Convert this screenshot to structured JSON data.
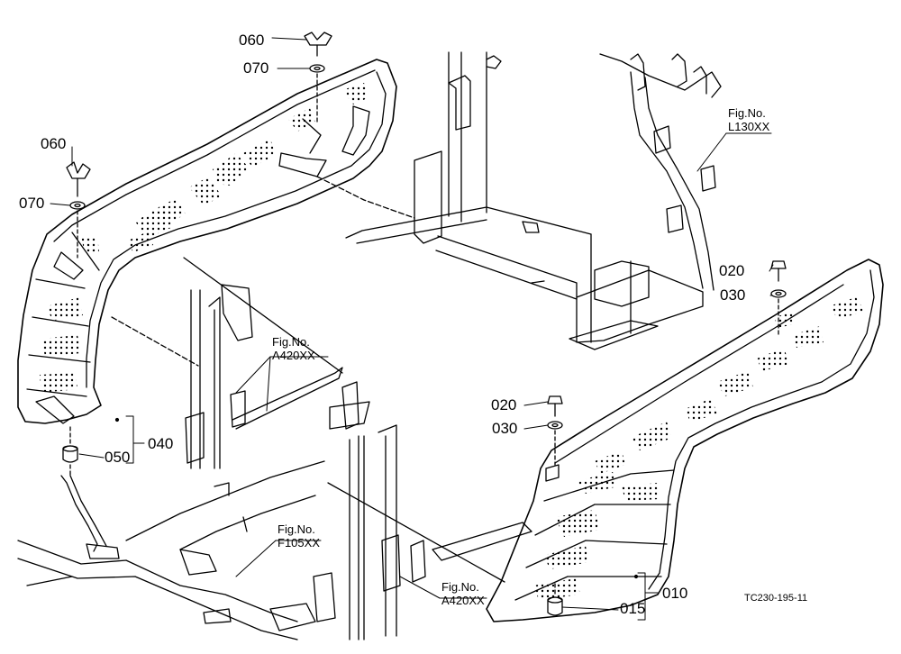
{
  "drawing": {
    "code": "TC230-195-11",
    "callouts": {
      "p060a": "060",
      "p070a": "070",
      "p060b": "060",
      "p070b": "070",
      "p020a": "020",
      "p030a": "030",
      "p020b": "020",
      "p030b": "030",
      "p040": "040",
      "p050": "050",
      "p010": "010",
      "p015": "015"
    },
    "figure_refs": {
      "l130": {
        "line1": "Fig.No.",
        "line2": "L130XX"
      },
      "a420_upper": {
        "line1": "Fig.No.",
        "line2": "A420XX"
      },
      "f105": {
        "line1": "Fig.No.",
        "line2": "F105XX"
      },
      "a420_lower": {
        "line1": "Fig.No.",
        "line2": "A420XX"
      }
    }
  }
}
